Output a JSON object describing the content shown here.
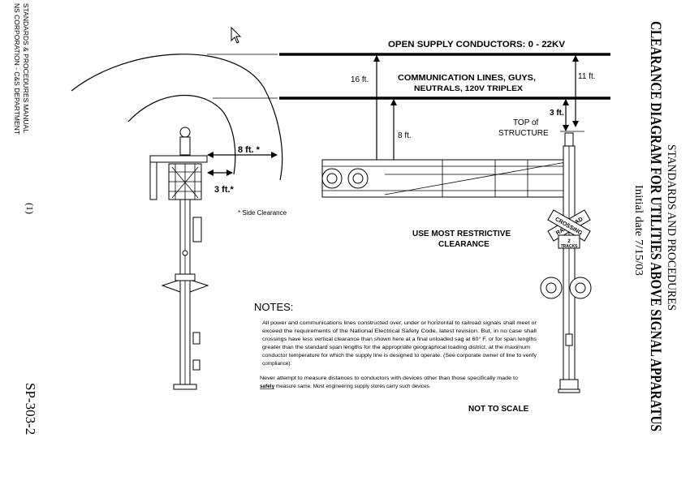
{
  "left_margin": {
    "org_line": "NS CORPORATION - C&S DEPARTMENT",
    "manual_line": "STANDARDS & PROCEDURES MANUAL",
    "page_number": "(1)",
    "doc_id": "SP-303-2"
  },
  "right_margin": {
    "section": "STANDARDS AND PROCEDURES",
    "title": "CLEARANCE DIAGRAM FOR UTILITIES ABOVE SIGNAL APPARATUS",
    "date": "Initial date 7/15/03"
  },
  "diagram": {
    "supply_label": "OPEN SUPPLY CONDUCTORS:  0 - 22KV",
    "comm_label_1": "COMMUNICATION LINES, GUYS,",
    "comm_label_2": "NEUTRALS, 120V TRIPLEX",
    "dim_16": "16 ft.",
    "dim_8_vert": "8 ft.",
    "dim_11": "11 ft.",
    "dim_3_vert": "3 ft.",
    "top_structure_1": "TOP of",
    "top_structure_2": "STRUCTURE",
    "side_8": "8 ft. *",
    "side_3": "3 ft.*",
    "side_note": "* Side Clearance",
    "restrictive_1": "USE MOST RESTRICTIVE",
    "restrictive_2": "CLEARANCE",
    "crossbuck_top": "RAILROAD",
    "crossbuck_bottom": "CROSSING",
    "tracks_sign_num": "2",
    "tracks_sign_word": "TRACKS"
  },
  "notes": {
    "heading": "NOTES:",
    "paragraph1_lines": [
      "All power and communications lines constructed over, under or horizontal to railroad signals shall meet or",
      "exceed the requirements of the National Electrical Safety Code, latest revision.  But, in no case shall",
      "crossings have less vertical clearance than shown here at a final unloaded sag at 60° F, or for span lengths",
      "greater than the standard span lengths for the appropriate geographical loading district, at the maximum",
      "conductor temperature for which the supply line is designed to operate. (See corporate owner of line to verify",
      "compliance)."
    ],
    "paragraph2_line1": "Never attempt to measure distances to conductors with devices other than those specifically made to",
    "paragraph2_safely": "safely",
    "paragraph2_line2_rest": " measure same.  Most engineering supply stores carry such devices.",
    "not_to_scale": "NOT TO SCALE"
  },
  "icons": {
    "cursor": "mouse-pointer-icon"
  }
}
